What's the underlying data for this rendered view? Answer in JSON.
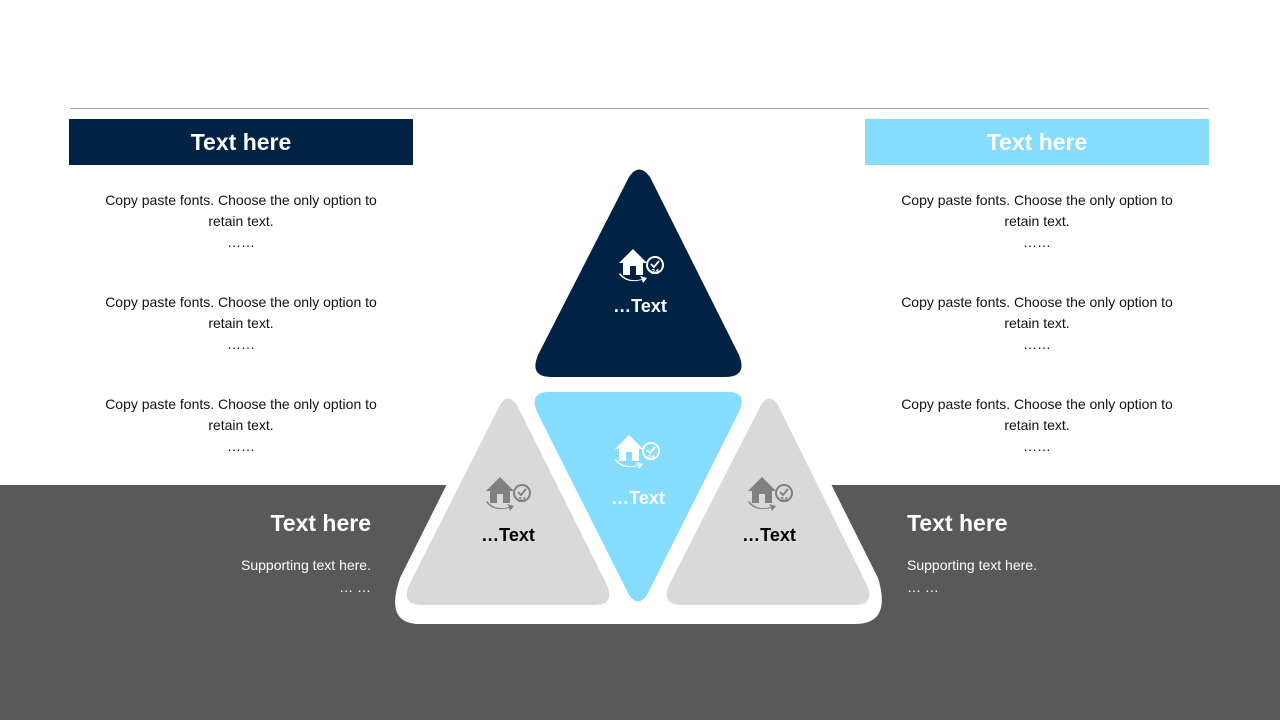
{
  "colors": {
    "navy": "#002244",
    "sky": "#85dcfd",
    "light_gray": "#d9d9d9",
    "band_gray": "#595959",
    "icon_gray": "#808080"
  },
  "left_panel": {
    "header": "Text here",
    "paragraphs": [
      {
        "line1": "Copy paste fonts. Choose the only option to",
        "line2": "retain text.",
        "line3": "……"
      },
      {
        "line1": "Copy paste fonts. Choose the only option to",
        "line2": "retain text.",
        "line3": "……"
      },
      {
        "line1": "Copy paste fonts. Choose the only option to",
        "line2": "retain text.",
        "line3": "……"
      }
    ]
  },
  "right_panel": {
    "header": "Text here",
    "paragraphs": [
      {
        "line1": "Copy paste fonts. Choose the only option to",
        "line2": "retain text.",
        "line3": "……"
      },
      {
        "line1": "Copy paste fonts. Choose the only option to",
        "line2": "retain text.",
        "line3": "……"
      },
      {
        "line1": "Copy paste fonts. Choose the only option to",
        "line2": "retain text.",
        "line3": "……"
      }
    ]
  },
  "bottom_left": {
    "title": "Text here",
    "support_line1": "Supporting text here.",
    "support_line2": "… …"
  },
  "bottom_right": {
    "title": "Text here",
    "support_line1": "Supporting text here.",
    "support_line2": "… …"
  },
  "pyramid": {
    "top": {
      "label": "…Text",
      "icon": "home-24-hours-icon"
    },
    "center": {
      "label": "…Text",
      "icon": "home-24-hours-icon"
    },
    "left": {
      "label": "…Text",
      "icon": "home-24-hours-icon"
    },
    "right": {
      "label": "…Text",
      "icon": "home-24-hours-icon"
    }
  }
}
